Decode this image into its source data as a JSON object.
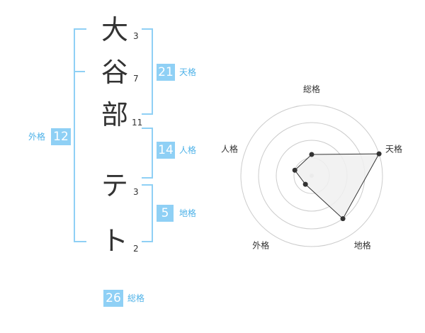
{
  "name": {
    "chars": [
      "大",
      "谷",
      "部",
      "テ",
      "ト"
    ],
    "strokes": [
      "3",
      "7",
      "11",
      "3",
      "2"
    ]
  },
  "scores": {
    "tenkaku": {
      "label": "天格",
      "value": "21"
    },
    "jinkaku": {
      "label": "人格",
      "value": "14"
    },
    "chikaku": {
      "label": "地格",
      "value": "5"
    },
    "gaikaku": {
      "label": "外格",
      "value": "12"
    },
    "soukaku": {
      "label": "総格",
      "value": "26"
    }
  },
  "chart_data": {
    "type": "radar",
    "axes": [
      "総格",
      "天格",
      "地格",
      "外格",
      "人格"
    ],
    "values": [
      0.3,
      1.0,
      0.75,
      0.15,
      0.25
    ],
    "rings": 4,
    "colors": {
      "grid": "#cccccc",
      "fill": "#f0f0f0",
      "line": "#333333",
      "point": "#333333"
    }
  }
}
